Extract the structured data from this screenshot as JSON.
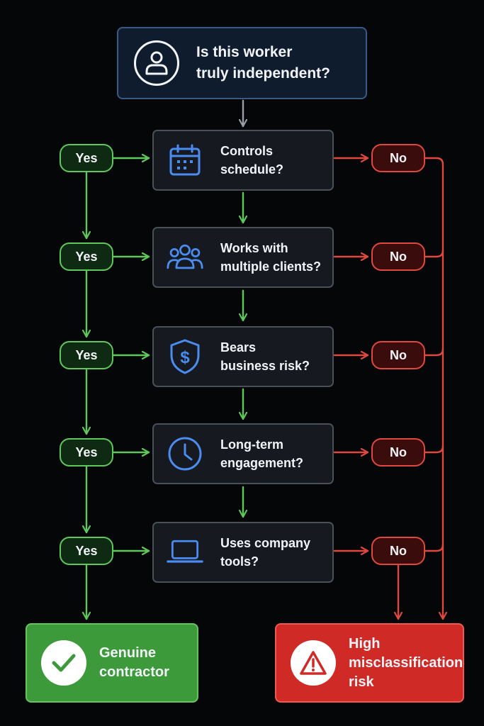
{
  "start": {
    "line1": "Is this worker",
    "line2": "truly independent?",
    "icon": "user-icon"
  },
  "questions": [
    {
      "line1": "Controls",
      "line2": "schedule?",
      "icon": "calendar-icon"
    },
    {
      "line1": "Works with",
      "line2": "multiple clients?",
      "icon": "people-icon"
    },
    {
      "line1": "Bears",
      "line2": "business risk?",
      "icon": "shield-dollar-icon"
    },
    {
      "line1": "Long-term",
      "line2": "engagement?",
      "icon": "clock-icon"
    },
    {
      "line1": "Uses company",
      "line2": "tools?",
      "icon": "laptop-icon"
    }
  ],
  "labels": {
    "yes": "Yes",
    "no": "No"
  },
  "outcomes": {
    "good": {
      "line1": "Genuine",
      "line2": "contractor",
      "icon": "checkmark-icon"
    },
    "bad": {
      "line1": "High",
      "line2": "misclassification",
      "line3": "risk",
      "icon": "warning-icon"
    }
  },
  "colors": {
    "background": "#050608",
    "yes": "#5fc85a",
    "no": "#e0483e",
    "icon_blue": "#4a8cf0",
    "start_arrow": "#9a9ea6"
  }
}
